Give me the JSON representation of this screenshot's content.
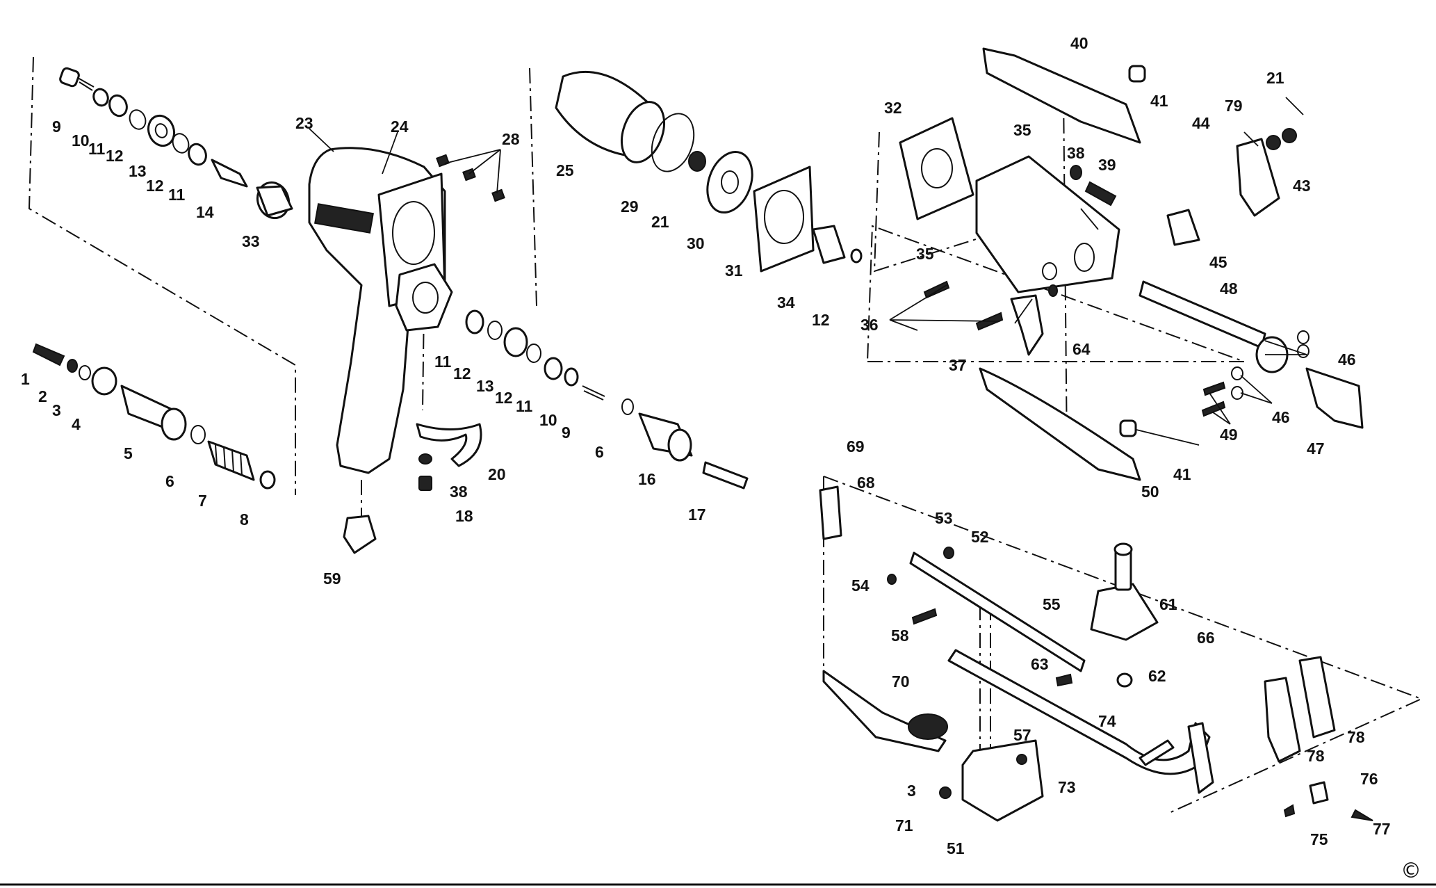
{
  "labels": [
    "9",
    "10",
    "11",
    "12",
    "13",
    "12",
    "11",
    "14",
    "33",
    "23",
    "24",
    "28",
    "1",
    "2",
    "3",
    "4",
    "5",
    "6",
    "7",
    "8",
    "11",
    "12",
    "13",
    "12",
    "11",
    "10",
    "9",
    "6",
    "16",
    "17",
    "20",
    "38",
    "18",
    "59",
    "25",
    "29",
    "21",
    "30",
    "31",
    "34",
    "12",
    "40",
    "41",
    "21",
    "79",
    "44",
    "43",
    "32",
    "35",
    "38",
    "39",
    "35",
    "45",
    "48",
    "36",
    "37",
    "64",
    "46",
    "46",
    "49",
    "47",
    "41",
    "50",
    "69",
    "68",
    "53",
    "52",
    "54",
    "55",
    "61",
    "58",
    "66",
    "63",
    "62",
    "70",
    "74",
    "57",
    "78",
    "78",
    "76",
    "3",
    "71",
    "73",
    "51",
    "75",
    "77"
  ],
  "copyright": "©"
}
